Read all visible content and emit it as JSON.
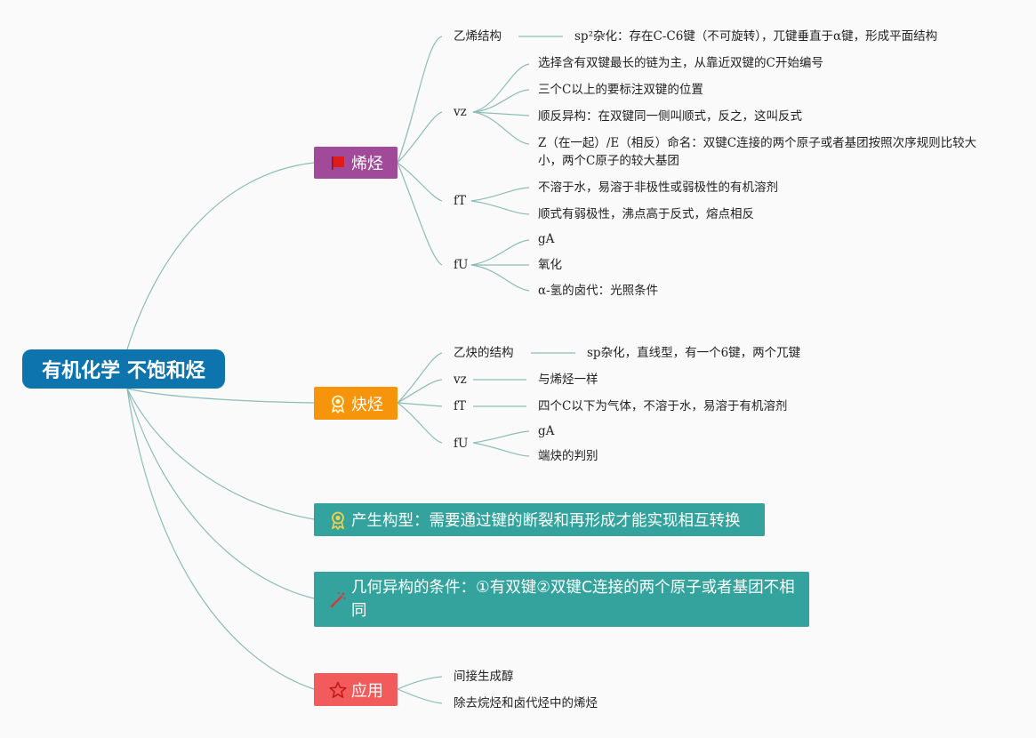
{
  "root": {
    "label": "有机化学 不饱和烃"
  },
  "colors": {
    "root": "#0e74ae",
    "alkene": "#a24a9a",
    "alkyne": "#f6940b",
    "teal": "#34a39d",
    "app": "#f25b5b",
    "line": "#8dbcb6"
  },
  "alkene": {
    "label": "烯烃",
    "icon": "red-flag-icon",
    "structure": {
      "label": "乙烯结构",
      "detail": "sp²杂化：存在C-C6键（不可旋转），兀键垂直于α键，形成平面结构"
    },
    "naming": {
      "label": "vz",
      "items": [
        "选择含有双键最长的链为主，从靠近双键的C开始编号",
        "三个C以上的要标注双键的位置",
        "顺反异构：在双键同一侧叫顺式，反之，这叫反式",
        "Z（在一起）/E（相反）命名：双键C连接的两个原子或者基团按照次序规则比较大小，两个C原子的较大基团"
      ]
    },
    "physical": {
      "label": "fT",
      "items": [
        "不溶于水，易溶于非极性或弱极性的有机溶剂",
        "顺式有弱极性，沸点高于反式，熔点相反"
      ]
    },
    "reactions": {
      "label": "fU",
      "items": [
        "gA",
        "氧化",
        "α-氢的卤代：光照条件"
      ]
    }
  },
  "alkyne": {
    "label": "炔烃",
    "icon": "award-badge-icon",
    "structure": {
      "label": "乙炔的结构",
      "detail": "sp杂化，直线型，有一个6键，两个兀键"
    },
    "naming": {
      "label": "vz",
      "detail": "与烯烃一样"
    },
    "physical": {
      "label": "fT",
      "detail": "四个C以下为气体，不溶于水，易溶于有机溶剂"
    },
    "reactions": {
      "label": "fU",
      "items": [
        "gA",
        "端炔的判别"
      ]
    }
  },
  "conformation": {
    "label": "产生构型：需要通过键的断裂和再形成才能实现相互转换",
    "icon": "award-badge-icon"
  },
  "geometric": {
    "label": "几何异构的条件：①有双键②双键C连接的两个原子或者基团不相同",
    "icon": "magic-wand-icon"
  },
  "application": {
    "label": "应用",
    "icon": "star-icon",
    "items": [
      "间接生成醇",
      "除去烷烃和卤代烃中的烯烃"
    ]
  }
}
